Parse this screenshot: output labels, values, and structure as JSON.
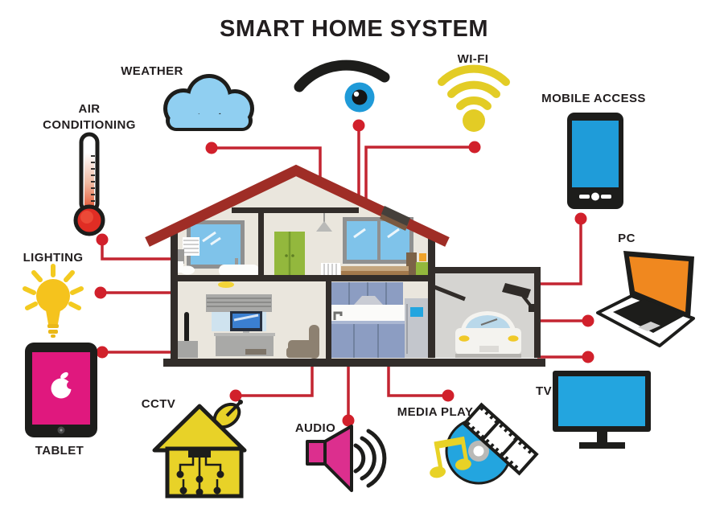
{
  "title": "SMART HOME SYSTEM",
  "nodes": {
    "weather": {
      "label": "WEATHER"
    },
    "wifi": {
      "label": "WI-FI"
    },
    "mobile_access": {
      "label": "MOBILE ACCESS"
    },
    "pc": {
      "label": "PC"
    },
    "tv": {
      "label": "TV"
    },
    "media_play": {
      "label": "MEDIA PLAY"
    },
    "audio": {
      "label": "AUDIO"
    },
    "cctv": {
      "label": "CCTV"
    },
    "tablet": {
      "label": "TABLET"
    },
    "lighting": {
      "label": "LIGHTING"
    },
    "air_conditioning": {
      "label": "AIR CONDITIONING"
    }
  },
  "connections": [
    {
      "from": "weather",
      "to": "house"
    },
    {
      "from": "monitoring-eye",
      "to": "house"
    },
    {
      "from": "wifi",
      "to": "house"
    },
    {
      "from": "mobile_access",
      "to": "house"
    },
    {
      "from": "pc",
      "to": "house"
    },
    {
      "from": "tv",
      "to": "house"
    },
    {
      "from": "media_play",
      "to": "house"
    },
    {
      "from": "audio",
      "to": "house"
    },
    {
      "from": "cctv",
      "to": "house"
    },
    {
      "from": "tablet",
      "to": "house"
    },
    {
      "from": "lighting",
      "to": "house"
    },
    {
      "from": "air_conditioning",
      "to": "house"
    }
  ],
  "colors": {
    "text_dark": "#221e1f",
    "line_red": "#c32531",
    "dot_red": "#d1202b",
    "roof_red": "#9f2d26",
    "wall_dark": "#322d2a",
    "wall_beige": "#eae6dd",
    "garage_gray": "#d5d4d1",
    "cloud_blue": "#90cff1",
    "wifi_yellow": "#e3cc25",
    "bulb_yellow": "#f5c31d",
    "screen_blue": "#23a5df",
    "tablet_pink": "#e0187e",
    "speaker_pink": "#dc2f8e",
    "laptop_orange": "#f0881f",
    "cctv_yellow": "#e8d228",
    "wardrobe_green": "#93b83d",
    "kitchen_blue": "#8c9dc2"
  }
}
